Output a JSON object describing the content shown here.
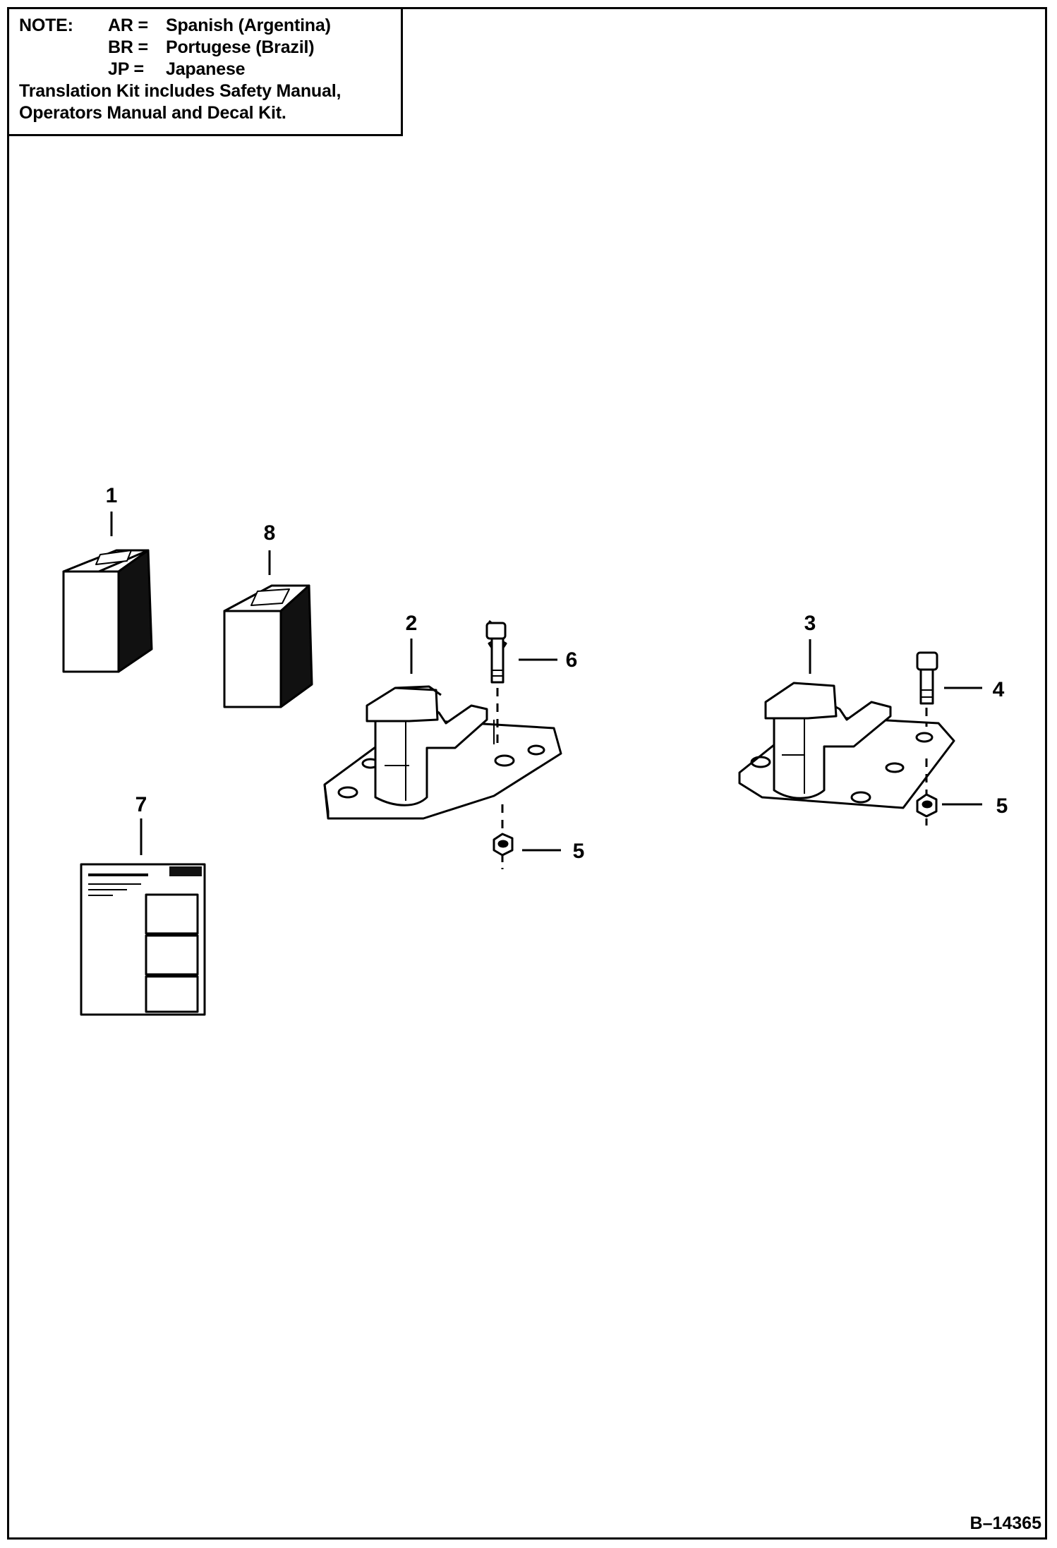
{
  "note": {
    "lead": "NOTE:",
    "codes": [
      {
        "code": "AR =",
        "language": "Spanish (Argentina)"
      },
      {
        "code": "BR =",
        "language": "Portugese (Brazil)"
      },
      {
        "code": "JP =",
        "language": "Japanese"
      }
    ],
    "lines": [
      "Translation Kit includes Safety Manual,",
      "Operators Manual and Decal Kit."
    ]
  },
  "callouts": {
    "c1": "1",
    "c2": "2",
    "c3": "3",
    "c4": "4",
    "c5a": "5",
    "c5b": "5",
    "c6": "6",
    "c7": "7",
    "c8": "8"
  },
  "figure_id": "B–14365",
  "colors": {
    "line": "#000000",
    "background": "#ffffff"
  }
}
